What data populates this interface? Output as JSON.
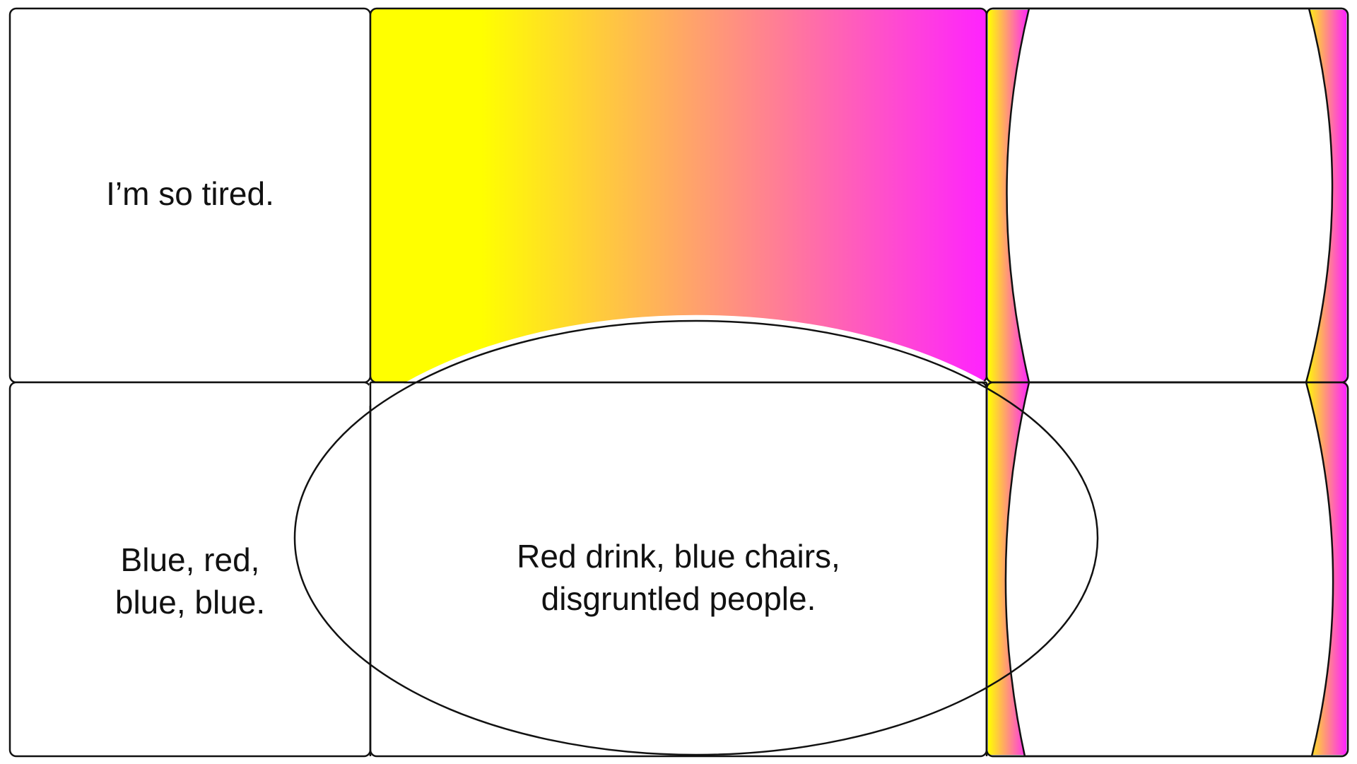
{
  "colors": {
    "gradient_start": "#ffff00",
    "gradient_end": "#ff22ff",
    "outline": "#111111",
    "panel_fill": "#ffffff"
  },
  "panels": {
    "top_left": {
      "text": "I’m so tired."
    },
    "bottom_left": {
      "lines": [
        "Blue, red,",
        "blue, blue."
      ]
    },
    "bottom_middle": {
      "lines": [
        "Red drink, blue chairs,",
        "disgruntled people."
      ]
    }
  }
}
